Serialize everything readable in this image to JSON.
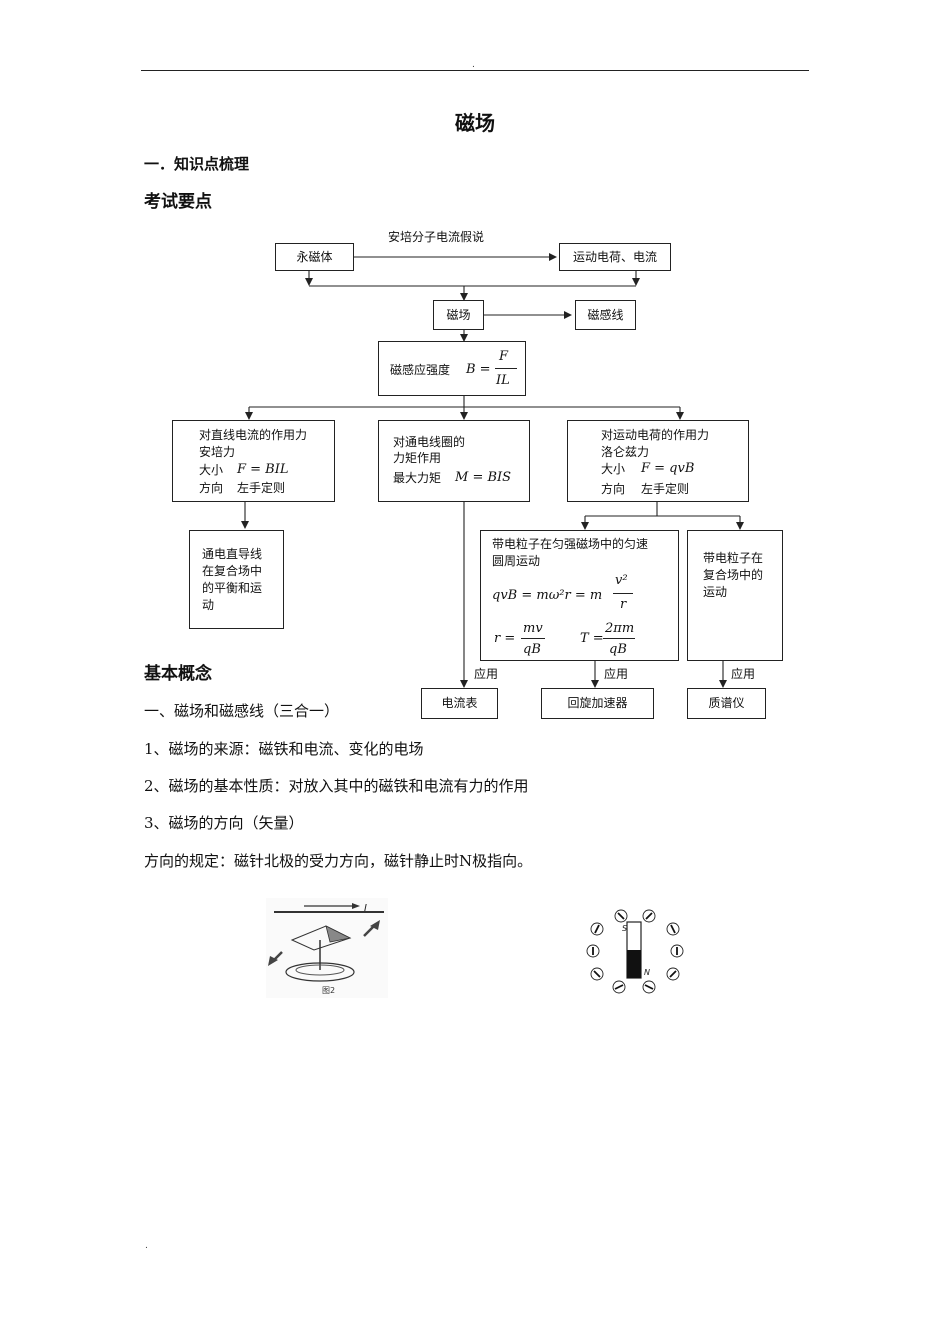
{
  "header": {
    "top_dot": ".",
    "bottom_dot": "."
  },
  "title": "磁场",
  "section1": "一．知识点梳理",
  "exam_points": "考试要点",
  "diagram": {
    "caption_top": "安培分子电流假说",
    "permanent_magnet": "永磁体",
    "moving_charge": "运动电荷、电流",
    "field": "磁场",
    "field_lines": "磁感线",
    "B_label": "磁感应强度",
    "B_formula": "B =",
    "B_num": "F",
    "B_den": "IL",
    "left_box": {
      "l1": "对直线电流的作用力",
      "l2": "安培力",
      "l3a": "大小",
      "l3b": "F = BIL",
      "l4a": "方向",
      "l4b": "左手定则"
    },
    "mid_box": {
      "l1": "对通电线圈的",
      "l2": "力矩作用",
      "l3a": "最大力矩",
      "l3b": "M = BIS"
    },
    "right_box": {
      "l1": "对运动电荷的作用力",
      "l2": "洛仑兹力",
      "l3a": "大小",
      "l3b": "F = qvB",
      "l4a": "方向",
      "l4b": "左手定则"
    },
    "sub_left": {
      "l1": "通电直导线",
      "l2": "在复合场中",
      "l3": "的平衡和运",
      "l4": "动"
    },
    "sub_mid": {
      "l1": "带电粒子在匀强磁场中的匀速",
      "l2": "圆周运动",
      "eq1": "qvB = mω²r = m",
      "eq1_num": "v²",
      "eq1_den": "r",
      "eq2a": "r =",
      "eq2a_num": "mv",
      "eq2a_den": "qB",
      "eq2b": "T =",
      "eq2b_num": "2πm",
      "eq2b_den": "qB"
    },
    "sub_right": {
      "l1": "带电粒子在",
      "l2": "复合场中的",
      "l3": "运动"
    },
    "apply1": "应用",
    "apply2": "应用",
    "apply3": "应用",
    "ammeter": "电流表",
    "cyclotron": "回旋加速器",
    "mass_spec": "质谱仪"
  },
  "basic_concepts": "基本概念",
  "paras": [
    "一、磁场和磁感线（三合一）",
    "1、磁场的来源：磁铁和电流、变化的电场",
    "2、磁场的基本性质：对放入其中的磁铁和电流有力的作用",
    "3、磁场的方向（矢量）",
    "方向的规定：磁针北极的受力方向，磁针静止时N极指向。"
  ],
  "figure_left": {
    "current_label": "I",
    "caption": "图2"
  },
  "figure_right": {
    "s_label": "S",
    "n_label": "N"
  }
}
